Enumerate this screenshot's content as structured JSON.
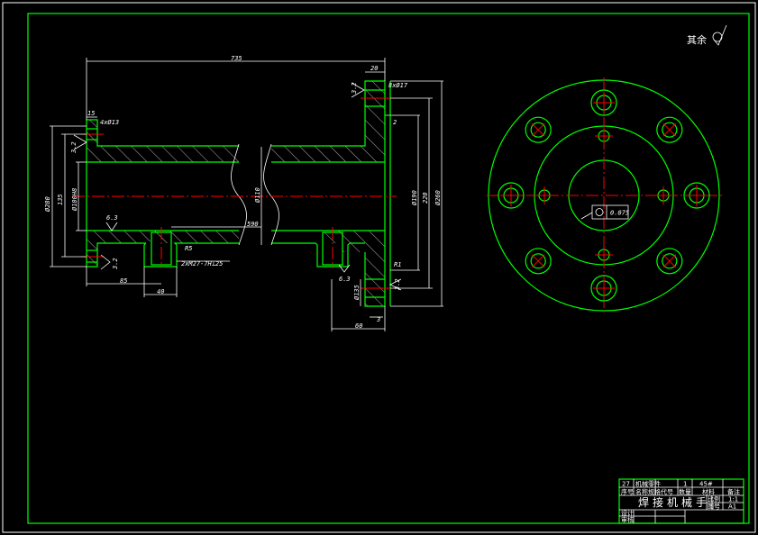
{
  "drawing": {
    "title": "焊接机械手",
    "surface_note": "其余",
    "surface_symbol": "roughness-check-icon",
    "colors": {
      "background": "#000000",
      "outline": "#00ff00",
      "dimension": "#ffffff",
      "centerline": "#ff0000"
    }
  },
  "dimensions": {
    "overall_length": "735",
    "flange_thickness": "20",
    "left_flange_width": "15",
    "bolt_holes_left": "4xØ13",
    "bolt_holes_right": "8xØ17",
    "dia_left_outer": "Ø280",
    "dia_left_pitch": "135",
    "dia_left_bore": "Ø100H8",
    "bore_dia": "Ø110",
    "inner_length": "590",
    "gap": "2",
    "dia_right_1": "Ø190",
    "dia_right_2": "220",
    "dia_right_3": "Ø260",
    "roughness_1": "3.2",
    "roughness_2": "6.3",
    "roughness_3": "3.2",
    "roughness_4": "6.3",
    "roughness_5": "3.2",
    "roughness_6": "3.2",
    "radius_left": "R5",
    "radius_right": "R1",
    "thread_note": "2xM27-7H⊥25",
    "len_85": "85",
    "len_40": "40",
    "len_60": "60",
    "len_3": "3",
    "dia_bottom": "Ø135",
    "circularity_symbol": "circularity-icon",
    "circularity_tol": "0.075"
  },
  "title_block": {
    "row1": [
      "27",
      "机械零件",
      "",
      "1",
      "45#",
      ""
    ],
    "row2": [
      "序号",
      "名称规格",
      "代号",
      "数量",
      "材料",
      "备注"
    ],
    "title": "焊接机械手",
    "scale_label": "比例",
    "scale_value": "1:1",
    "sheet_label": "图号",
    "sheet_value": "A1",
    "drawn_label": "设计",
    "checked_label": "审核"
  }
}
